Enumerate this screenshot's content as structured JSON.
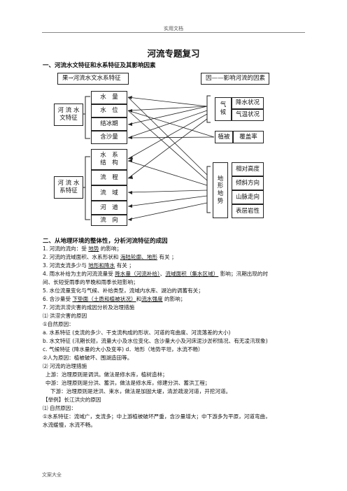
{
  "header": "实用文档",
  "footer": "文案大全",
  "title": "河流专题复习",
  "section1": {
    "heading": "一、河流水文特征和水系特征及其影响因素"
  },
  "diagram": {
    "left_header": "果→河流水文水系特征",
    "right_header": "因——影响河流的因素",
    "hydro_label": "河 流 水\n文特征",
    "hydro_items": [
      "水　量",
      "水　位",
      "结冰期",
      "含沙量"
    ],
    "system_label": "河 流 水\n系特征",
    "system_items": [
      "水　系\n结　构",
      "流　程",
      "流　域",
      "河　道",
      "流　向"
    ],
    "climate_label": "气\n候",
    "climate_items": [
      "降水状况",
      "气温状况"
    ],
    "vegetation_label": "植被",
    "vegetation_item": "覆盖率",
    "terrain_label": "地\n形\n地\n势",
    "terrain_items": [
      "相对高度",
      "倾斜方向",
      "山脉走向",
      "表层岩性"
    ]
  },
  "section2": {
    "heading": "二、从地理环境的整体性，分析河流特征的成因",
    "l1a": "1. 河流的流向：受",
    "l1u": "地势",
    "l1b": "的影响；",
    "l2a": "2. 河流的流域面积、水系形状和",
    "l2u": "海陆轮廓、地形",
    "l2b": "有关 ；",
    "l3a": "3. 河流支流多少与",
    "l3u": "地形和降水",
    "l3b": "有关 ；",
    "l4a": "4. 雨水补给为主的河流流量受",
    "l4u1": "降水量（河流补给）",
    "l4m": "、",
    "l4u2": "流域面积（集水区域）",
    "l4b": "影响；汛期出现的时",
    "l4c": "间、长短受雨季的早晚和雨季长短影响；",
    "l5": "5. 水位流量变化与气候、补给类型，流域内水库、湖泊的调蓄有关；",
    "l6a": "6. 含沙量受",
    "l6u1": "下垫面（土质和植被状况）",
    "l6m": "和",
    "l6u2": "流水强度",
    "l6b": "的影响；",
    "l7": "7. 河流洪涝灾害的成因分析及治理措施",
    "l8": "⑴ 洪涝灾害的原因",
    "l9": "①自然原因：",
    "l10": "a. 水系特征 (支流的多少、干支流构成的形状、河道的弯曲度、河流落差的大小)",
    "l11": "b. 水文特征 (汛期长短，流量大小及水位变化、含沙量大小及河床泥沙淤积情况、有无凌汛现象)",
    "l12": "c. 气候特征 (降水量的大小及变率) d．地形（地势平坦，水流不畅）",
    "l13": "②人为原因：植被破坏、围湖造田等。",
    "l14": "⑵ 河流的治理措施",
    "l15": "上游：治理原则是调洪。做法是修水库，植树造林；",
    "l16": "中游：治理原则是分洪、蓄洪，做法是修水库，修建分洪、蓄洪工程；",
    "l17": "下游：治理原则是泄洪、束水，做法是加固大堤，清淤疏浚河道，开挖河道。",
    "l18": "【举例】长江洪灾的原因",
    "l19": "⑴ 自然原因：",
    "l20": "①水系特征：流域广，支流多；中上游植被破坏严重，含沙量增大；中下游多为平原，河道弯曲，",
    "l21": "水流缓慢，水流不畅。"
  }
}
